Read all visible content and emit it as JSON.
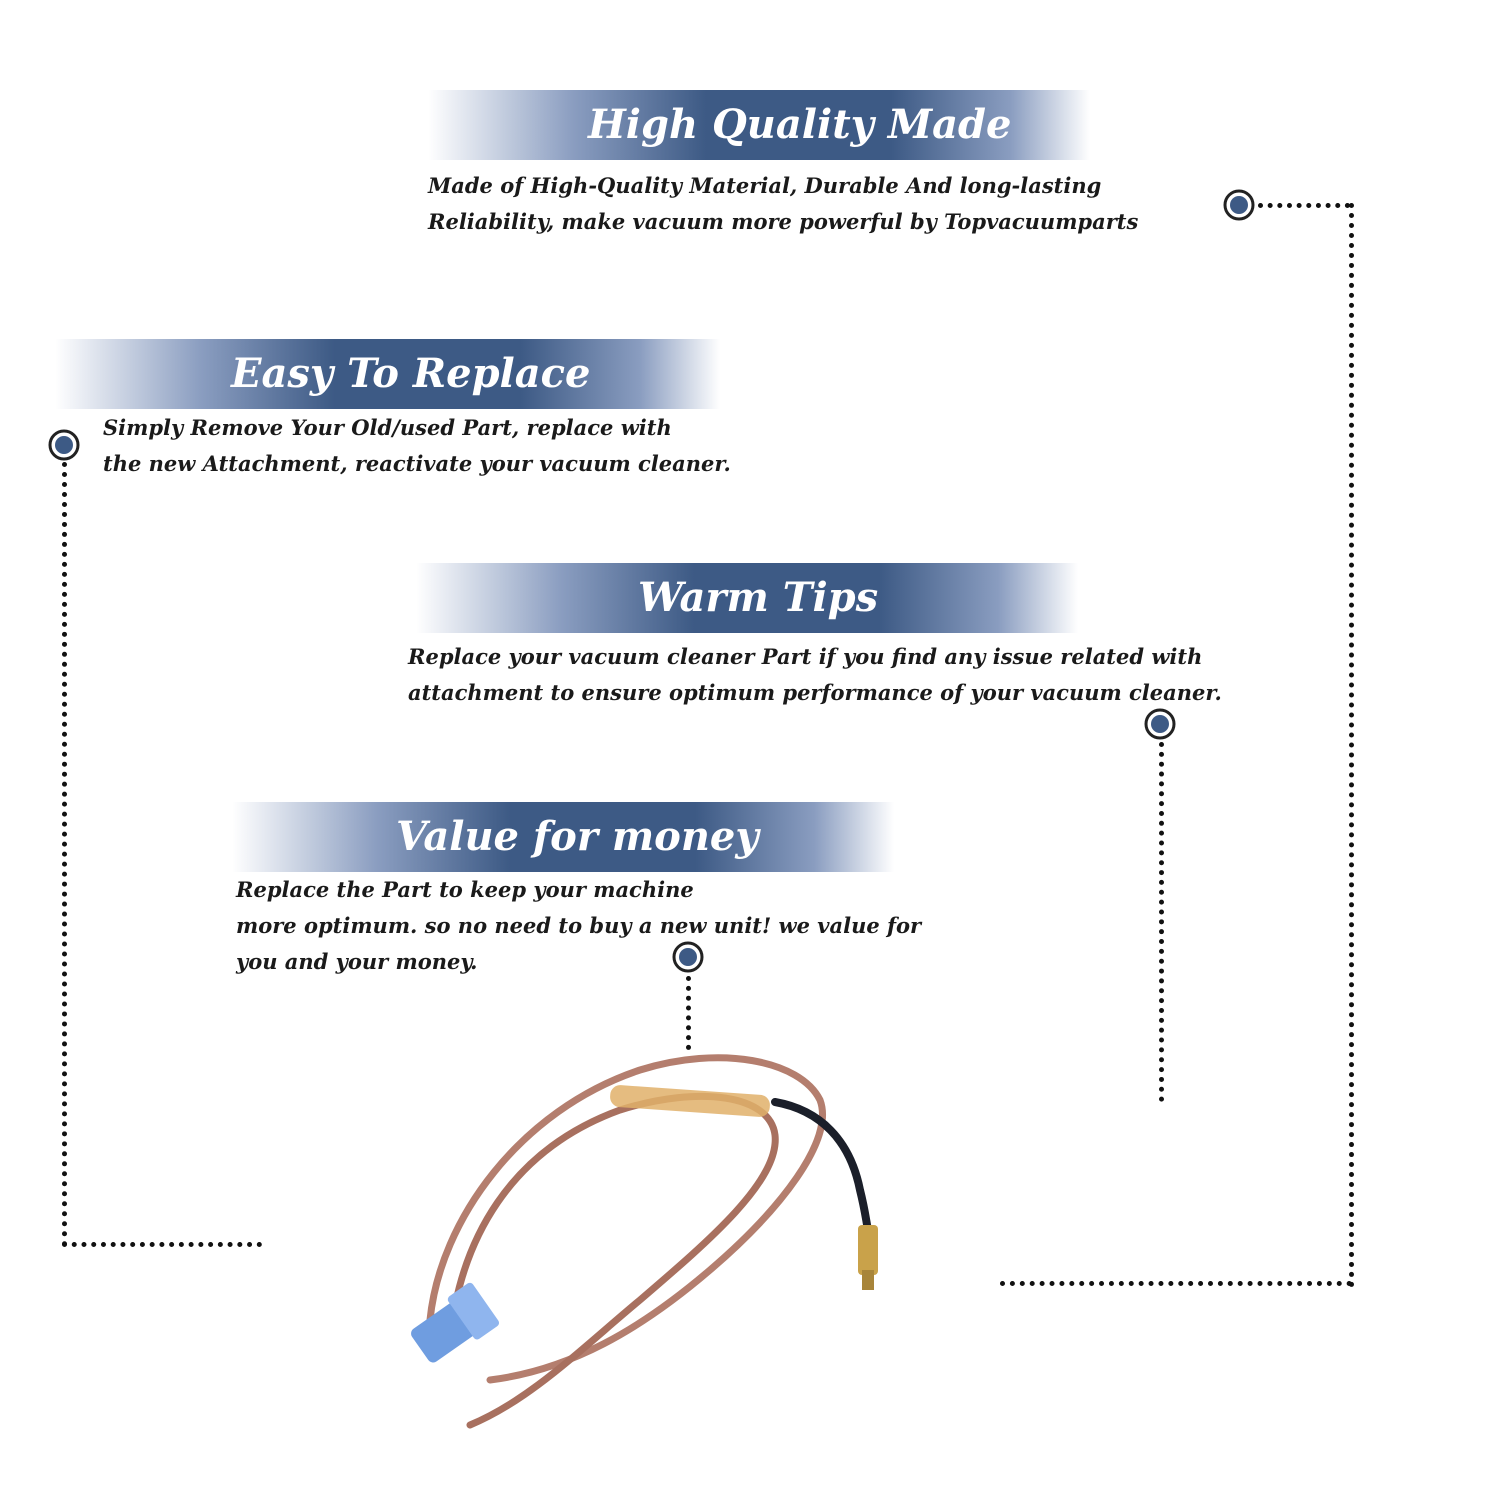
{
  "features": [
    {
      "title": "High Quality Made",
      "description": [
        "Made of  High-Quality Material, Durable And long-lasting",
        "Reliability, make vacuum more powerful by Topvacuumparts"
      ]
    },
    {
      "title": "Easy To Replace",
      "description": [
        "Simply Remove Your Old/used Part, replace with",
        "the new Attachment, reactivate your vacuum cleaner."
      ]
    },
    {
      "title": "Warm Tips",
      "description": [
        "Replace your vacuum cleaner Part if you find any issue related with",
        " attachment to ensure optimum performance of your vacuum cleaner."
      ]
    },
    {
      "title": "Value for money",
      "description": [
        "Replace the Part to keep your machine",
        "more optimum. so no need to buy a new unit! we value for",
        "you and your money."
      ]
    }
  ],
  "colors": {
    "banner_dark": "#3d5a85",
    "banner_light": "#8a9dc0",
    "marker": "#3d5a85",
    "wire": "#b47e6e",
    "connector_blue": "#6f9de0",
    "terminal_gold": "#c9a24a",
    "cable_black": "#1b1f2a"
  },
  "icons": {
    "marker": "bullseye-marker-icon",
    "product": "wire-harness-product-image"
  }
}
